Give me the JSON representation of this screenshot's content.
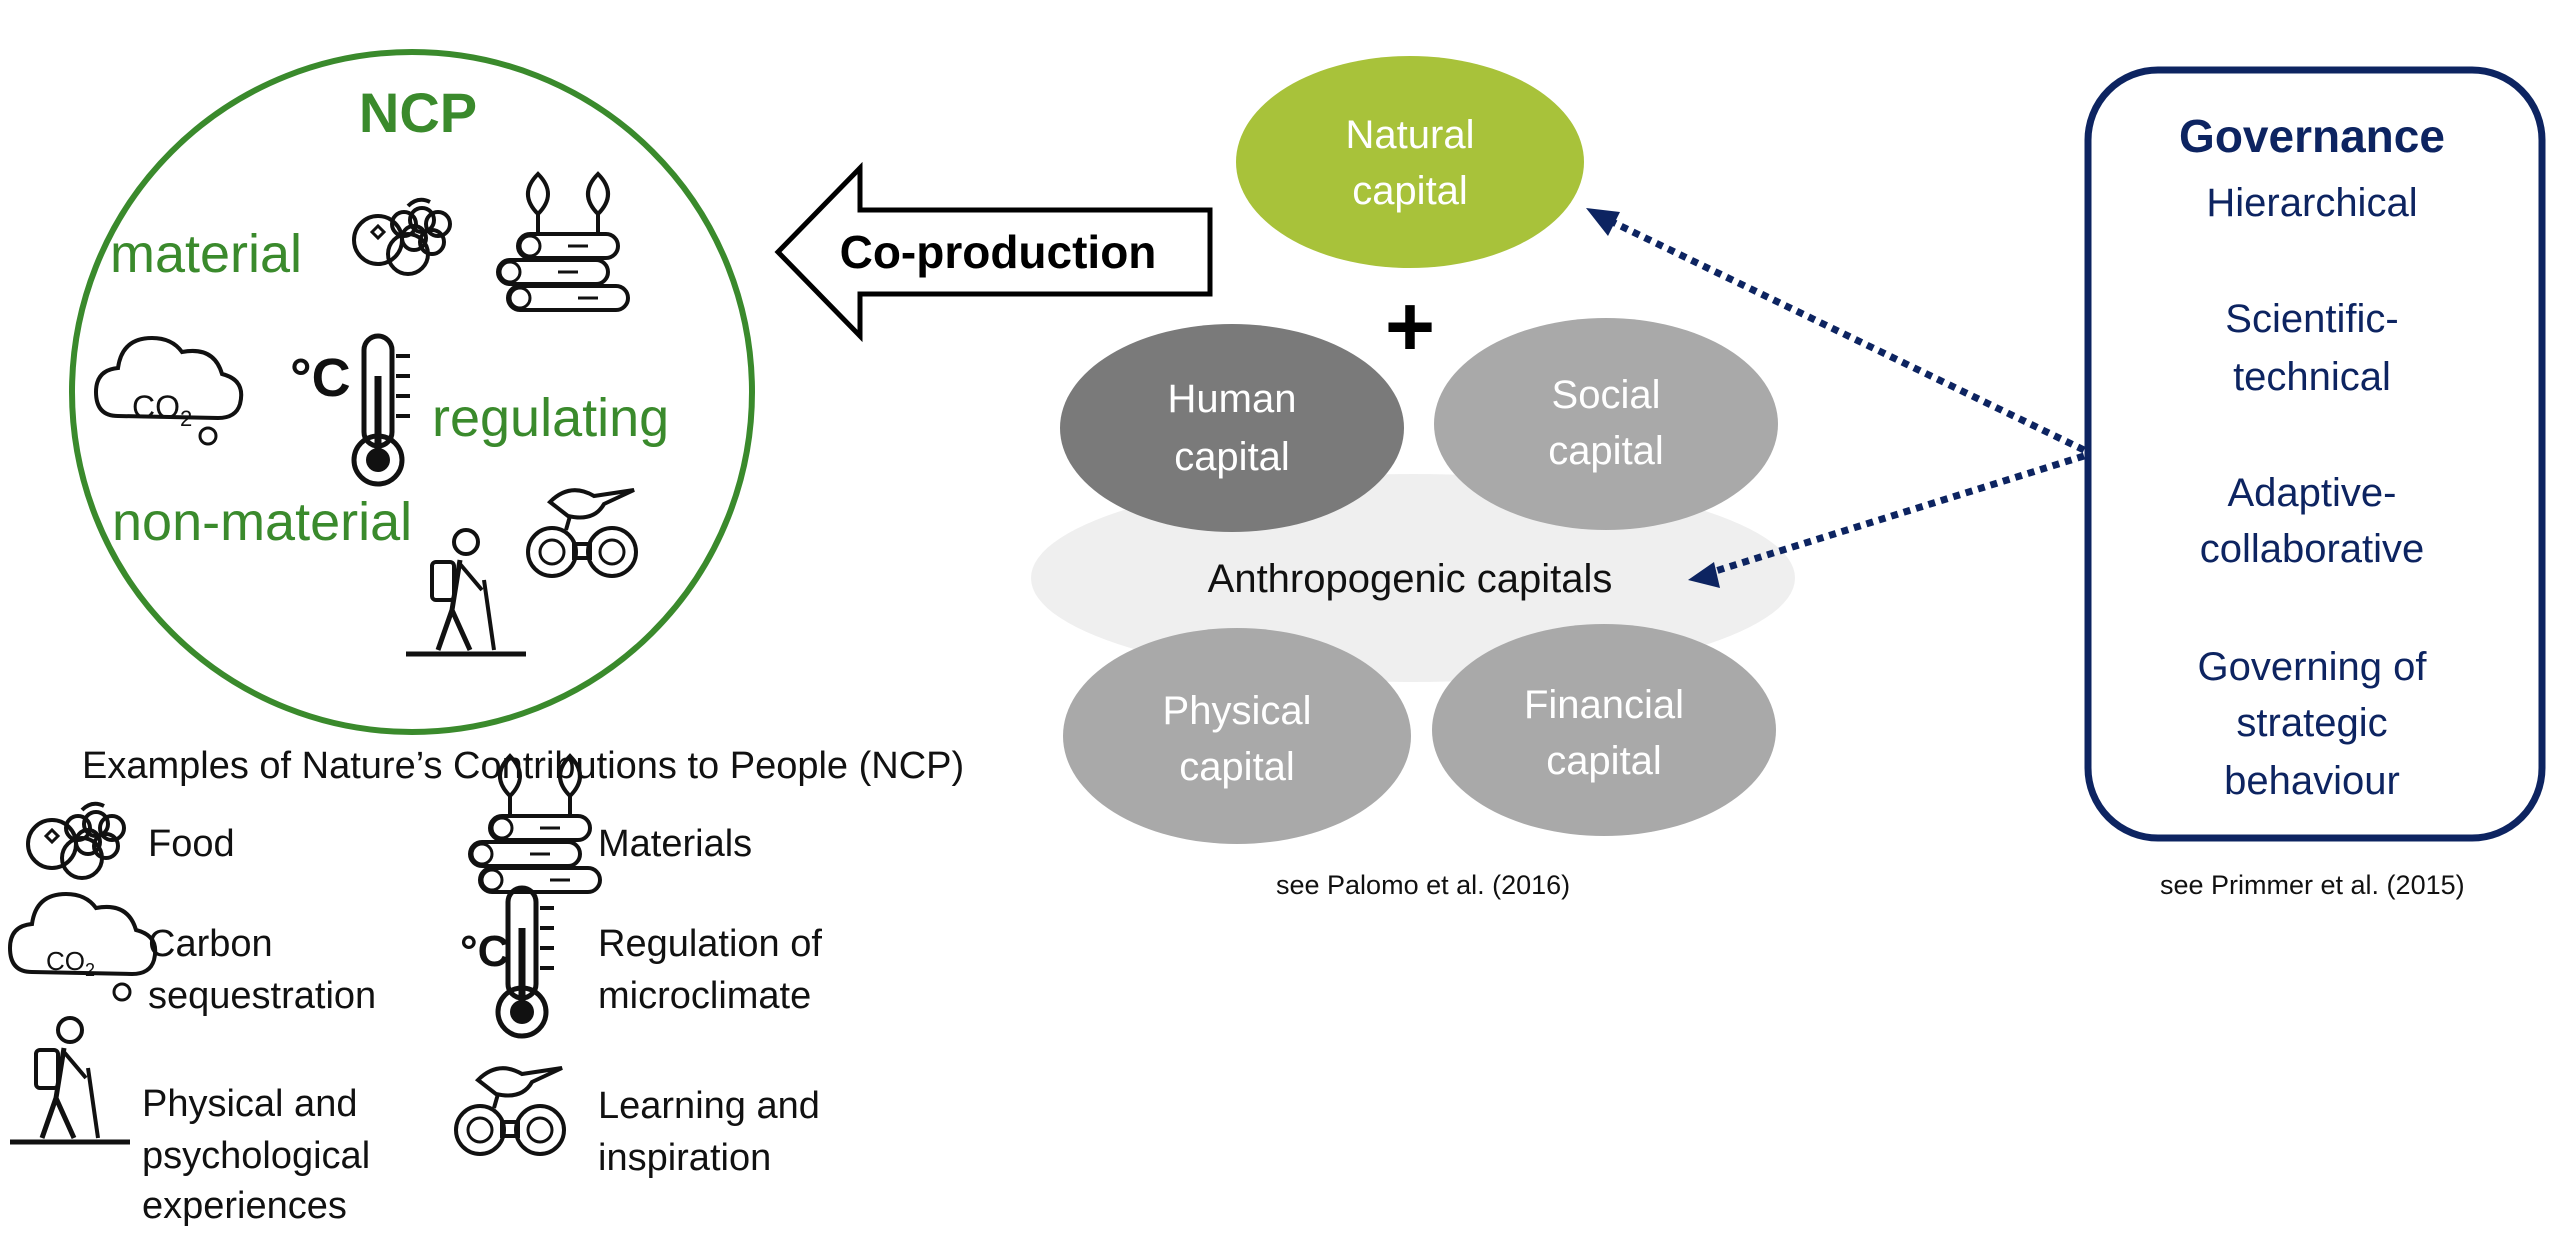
{
  "ncp": {
    "title": "NCP",
    "material": "material",
    "regulating": "regulating",
    "non_material": "non-material",
    "co2_label": "CO",
    "co2_sub": "2",
    "celsius": "°C"
  },
  "arrow": {
    "label": "Co-production"
  },
  "capitals": {
    "natural_line1": "Natural",
    "natural_line2": "capital",
    "plus": "+",
    "human_line1": "Human",
    "human_line2": "capital",
    "social_line1": "Social",
    "social_line2": "capital",
    "anthropogenic": "Anthropogenic capitals",
    "physical_line1": "Physical",
    "physical_line2": "capital",
    "financial_line1": "Financial",
    "financial_line2": "capital",
    "citation": "see Palomo et al. (2016)"
  },
  "governance": {
    "title": "Governance",
    "items": [
      "Hierarchical",
      "Scientific-",
      "technical",
      "Adaptive-",
      "collaborative",
      "Governing of",
      "strategic",
      "behaviour"
    ],
    "citation": "see Primmer et al. (2015)"
  },
  "legend": {
    "title": "Examples of Nature’s Contributions to People (NCP)",
    "food": "Food",
    "materials": "Materials",
    "carbon_1": "Carbon",
    "carbon_2": "sequestration",
    "regulation_1": "Regulation of",
    "regulation_2": "microclimate",
    "physical_1": "Physical and",
    "physical_2": "psychological",
    "physical_3": "experiences",
    "learning_1": "Learning and",
    "learning_2": "inspiration"
  },
  "colors": {
    "ncp_green": "#3a8a2c",
    "natural_capital": "#a8c23a",
    "human_capital": "#7a7a7a",
    "other_capitals": "#a9a9a9",
    "anthropogenic_bg": "#efefef",
    "governance_navy": "#0d2461"
  }
}
